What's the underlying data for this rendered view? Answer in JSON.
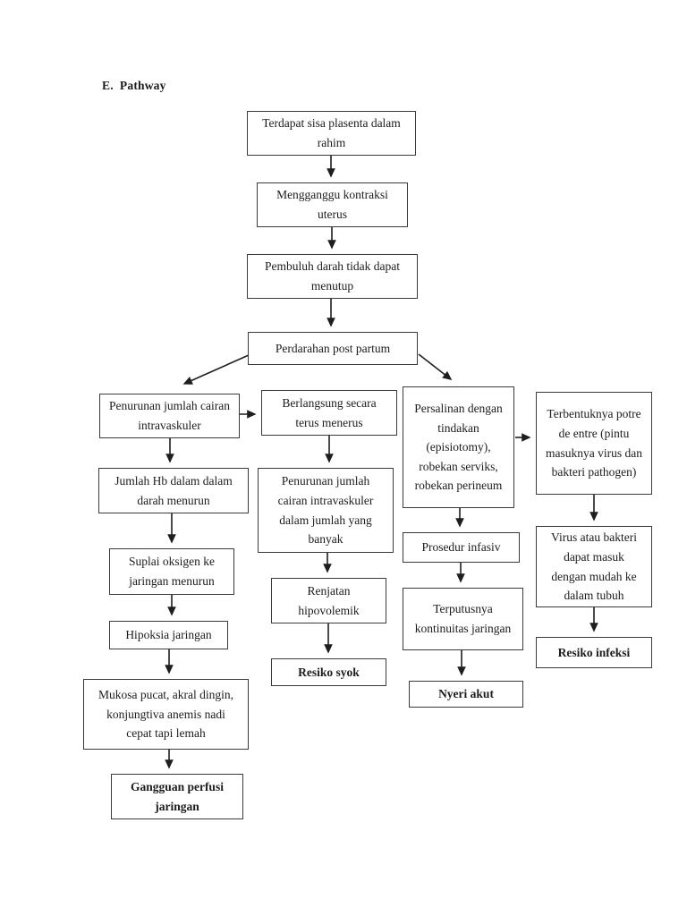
{
  "page": {
    "title": "E.  Pathway"
  },
  "flowchart": {
    "nodes": {
      "chain1": {
        "text": "Terdapat sisa plasenta dalam rahim"
      },
      "chain2": {
        "text": "Mengganggu kontraksi uterus"
      },
      "chain3": {
        "text": "Pembuluh darah tidak dapat menutup"
      },
      "chain4": {
        "text": "Perdarahan post partum"
      },
      "left1": {
        "text": "Penurunan jumlah cairan intravaskuler"
      },
      "left2": {
        "text": "Jumlah Hb dalam dalam darah menurun"
      },
      "left3": {
        "text": "Suplai oksigen ke jaringan menurun"
      },
      "left4": {
        "text": "Hipoksia jaringan"
      },
      "left5": {
        "text": "Mukosa pucat, akral dingin, konjungtiva anemis nadi cepat tapi lemah"
      },
      "left6": {
        "text": "Gangguan perfusi jaringan"
      },
      "mid1": {
        "text": "Berlangsung secara terus menerus"
      },
      "mid2": {
        "text": "Penurunan jumlah cairan intravaskuler dalam jumlah yang banyak"
      },
      "mid3": {
        "text": "Renjatan hipovolemik"
      },
      "mid4": {
        "text": "Resiko syok"
      },
      "right1": {
        "text": "Persalinan dengan tindakan (episiotomy), robekan serviks, robekan perineum"
      },
      "right2": {
        "text": "Prosedur infasiv"
      },
      "right3": {
        "text": "Terputusnya kontinuitas jaringan"
      },
      "right4": {
        "text": "Nyeri akut"
      },
      "far1": {
        "text": "Terbentuknya potre de entre (pintu masuknya virus dan bakteri pathogen)"
      },
      "far2": {
        "text": "Virus atau bakteri dapat masuk dengan mudah ke dalam tubuh"
      },
      "far3": {
        "text": "Resiko infeksi"
      }
    }
  },
  "colors": {
    "ink": "#1c1c1c",
    "border": "#3b3b3b",
    "background": "#ffffff"
  }
}
